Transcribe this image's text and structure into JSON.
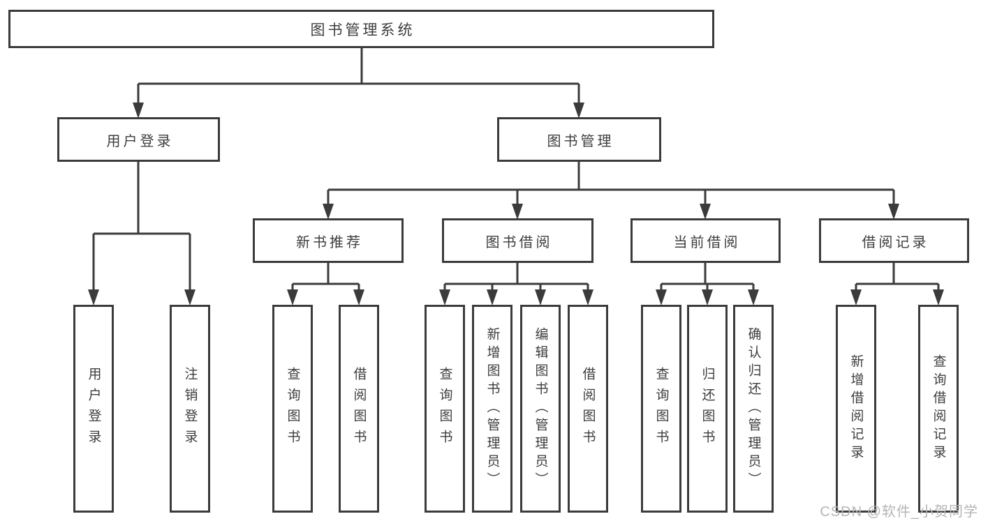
{
  "diagram": {
    "root": {
      "label": "图书管理系统"
    },
    "branches": [
      {
        "label": "用户登录",
        "children": [
          "用户登录",
          "注销登录"
        ]
      },
      {
        "label": "图书管理"
      }
    ],
    "modules": [
      {
        "label": "新书推荐",
        "children": [
          "查询图书",
          "借阅图书"
        ]
      },
      {
        "label": "图书借阅",
        "children": [
          "查询图书",
          "新增图书（管理员）",
          "编辑图书（管理员）",
          "借阅图书"
        ]
      },
      {
        "label": "当前借阅",
        "children": [
          "查询图书",
          "归还图书",
          "确认归还（管理员）"
        ]
      },
      {
        "label": "借阅记录",
        "children": [
          "新增借阅记录",
          "查询借阅记录"
        ]
      }
    ],
    "watermark": "CSDN @软件_小贺同学"
  },
  "colors": {
    "line": "#3b3b3b",
    "text": "#3d3d3d",
    "watermark": "#b5b5b5",
    "bg": "#ffffff"
  }
}
